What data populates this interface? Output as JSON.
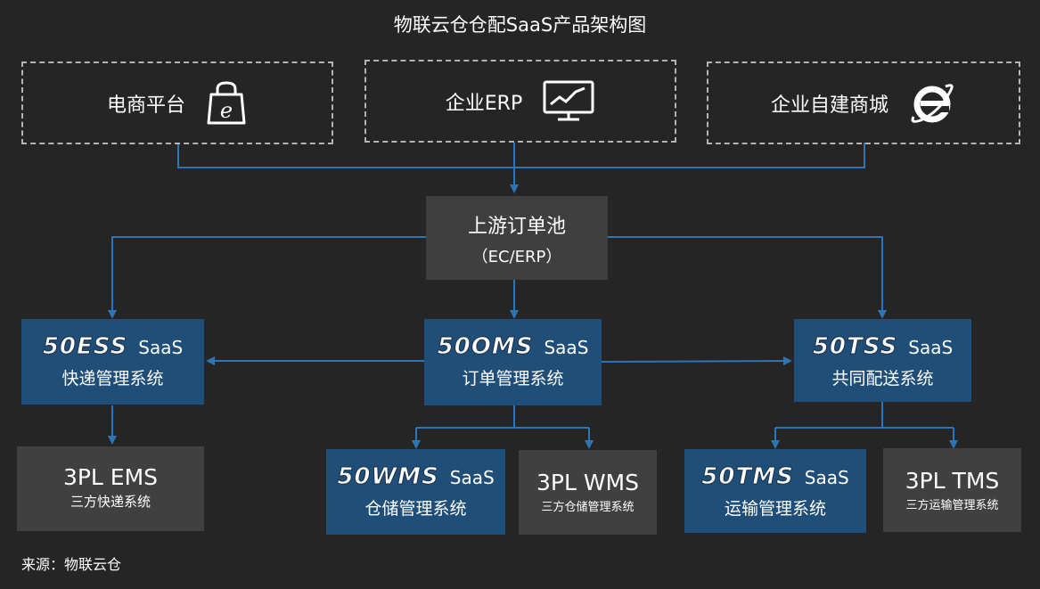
{
  "title": "物联云仓仓配SaaS产品架构图",
  "sources": {
    "ecommerce": {
      "label": "电商平台",
      "icon": "shopping-bag-icon"
    },
    "erp": {
      "label": "企业ERP",
      "icon": "monitor-chart-icon"
    },
    "own_mall": {
      "label": "企业自建商城",
      "icon": "internet-explorer-icon"
    }
  },
  "order_pool": {
    "line1": "上游订单池",
    "line2": "（EC/ERP）"
  },
  "systems": {
    "ess": {
      "brand": "50ESS",
      "saas": "SaaS",
      "desc": "快递管理系统"
    },
    "oms": {
      "brand": "50OMS",
      "saas": "SaaS",
      "desc": "订单管理系统"
    },
    "tss": {
      "brand": "50TSS",
      "saas": "SaaS",
      "desc": "共同配送系统"
    },
    "wms": {
      "brand": "50WMS",
      "saas": "SaaS",
      "desc": "仓储管理系统"
    },
    "tms": {
      "brand": "50TMS",
      "saas": "SaaS",
      "desc": "运输管理系统"
    }
  },
  "third_party": {
    "ems": {
      "name": "3PL EMS",
      "desc": "三方快递系统"
    },
    "wms": {
      "name": "3PL WMS",
      "desc": "三方仓储管理系统"
    },
    "tms": {
      "name": "3PL TMS",
      "desc": "三方运输管理系统"
    }
  },
  "footnote": "来源：物联云仓",
  "colors": {
    "background": "#252525",
    "system_box": "#1f4e79",
    "neutral_box": "#404040",
    "connector": "#2e75b6",
    "dashed_border": "#b4b4b4"
  }
}
